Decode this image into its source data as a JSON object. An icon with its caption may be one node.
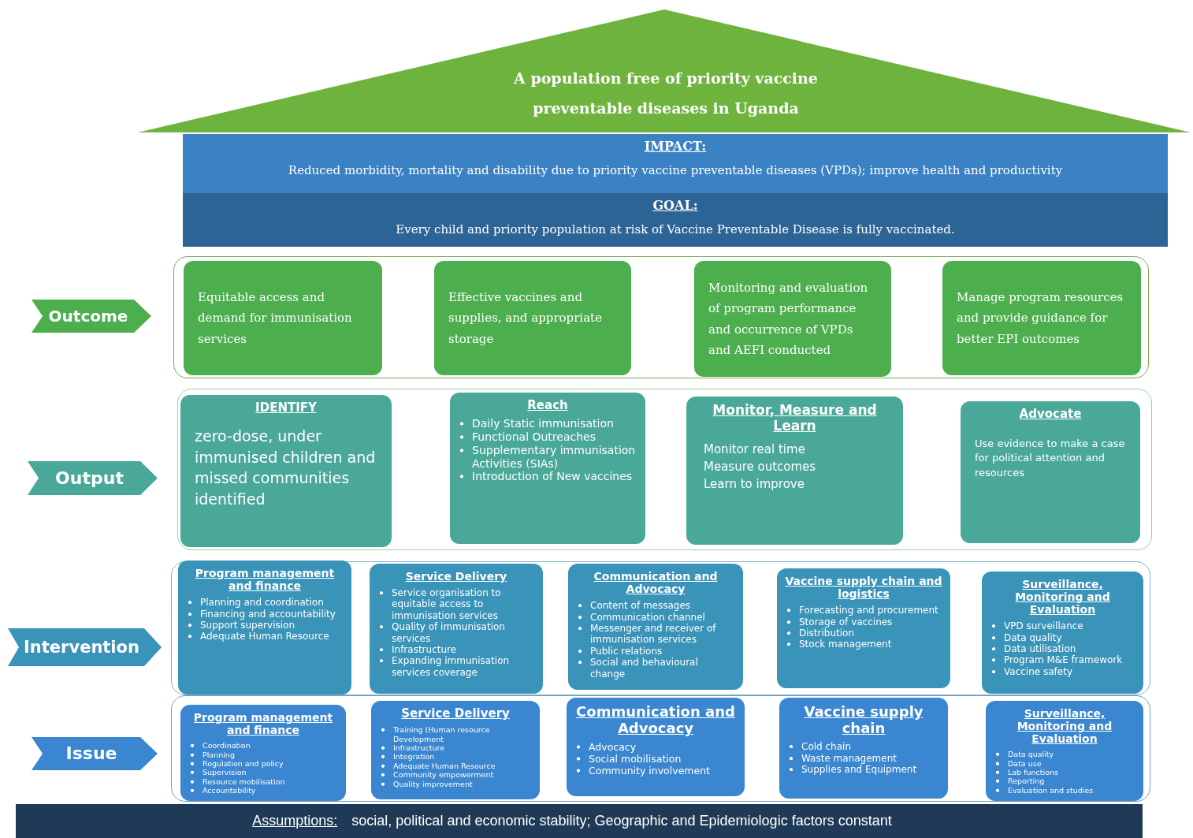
{
  "diagram": {
    "nodes": [
      {
        "text": [
          "A population free of priority vaccine preventable diseases in Uganda"
        ]
      },
      {
        "text": [
          "IMPACT:",
          "Reduced morbidity, mortality and disability due to priority vaccine preventable diseases (VPDs); improve health and productivity"
        ]
      },
      {
        "text": [
          "GOAL:",
          "Every child and priority population at risk of Vaccine Preventable Disease is fully vaccinated."
        ]
      },
      {
        "text": [
          "Outcome"
        ]
      },
      {
        "text": [],
        "shape": "box"
      },
      {
        "text": [
          "Equitable access and demand for immunisation services"
        ],
        "in": 4
      },
      {
        "text": [
          "Effective vaccines and supplies, and appropriate storage"
        ],
        "in": 4
      },
      {
        "text": [
          "Monitoring and evaluation of program performance and occurrence of VPDs and AEFI conducted"
        ],
        "in": 4
      },
      {
        "text": [
          "Manage program resources and provide guidance for better EPI outcomes"
        ],
        "in": 4
      },
      {
        "text": [
          "Output"
        ]
      },
      {
        "text": [],
        "shape": "box"
      },
      {
        "text": [
          "IDENTIFY",
          "zero-dose, under immunised children and missed communities identified"
        ],
        "in": 10
      },
      {
        "text": [
          "Reach",
          "Daily Static immunisation",
          "Functional Outreaches",
          "Supplementary immunisation Activities (SIAs)",
          "Introduction of New vaccines"
        ],
        "in": 10
      },
      {
        "text": [
          "Monitor, Measure and Learn",
          "Monitor real time",
          "Measure outcomes",
          "Learn to improve"
        ],
        "in": 10
      },
      {
        "text": [
          "Advocate",
          "Use evidence to make a case for political attention and resources"
        ],
        "in": 10
      },
      {
        "text": [
          "Intervention"
        ]
      },
      {
        "text": [],
        "shape": "box"
      },
      {
        "text": [
          "Program management and finance",
          "Planning and coordination",
          "Financing and accountability",
          "Support supervision",
          "Adequate Human Resource"
        ],
        "in": 16
      },
      {
        "text": [
          "Service Delivery",
          "Service organisation to equitable access to immunisation services",
          "Quality of immunisation services",
          "Infrastructure",
          "Expanding immunisation services coverage"
        ],
        "in": 16
      },
      {
        "text": [
          "Communication and Advocacy",
          "Content of messages",
          "Communication channel",
          "Messenger and receiver of immunisation services",
          "Public relations",
          "Social and behavioural change"
        ],
        "in": 16
      },
      {
        "text": [
          "Vaccine supply chain and logistics",
          "Forecasting and procurement",
          "Storage of vaccines",
          "Distribution",
          "Stock management"
        ],
        "in": 16
      },
      {
        "text": [
          "Surveillance, Monitoring and Evaluation",
          "VPD surveillance",
          "Data quality",
          "Data utilisation",
          "Program M&E framework",
          "Vaccine safety"
        ],
        "in": 16
      },
      {
        "text": [
          "Issue"
        ]
      },
      {
        "text": [],
        "shape": "box"
      },
      {
        "text": [
          "Program management and finance",
          "Coordination",
          "Planning",
          "Regulation and policy",
          "Supervision",
          "Resource mobilisation",
          "Accountability"
        ],
        "in": 23
      },
      {
        "text": [
          "Service Delivery",
          "Training (Human resource Development",
          "Infrastructure",
          "Integration",
          "Adequate Human Resource",
          "Community empowerment",
          "Quality improvement"
        ],
        "in": 23
      },
      {
        "text": [
          "Communication and Advocacy",
          "Advocacy",
          "Social mobilisation",
          "Community involvement"
        ],
        "in": 23
      },
      {
        "text": [
          "Vaccine supply chain",
          "Cold chain",
          "Waste management",
          "Supplies and Equipment"
        ],
        "in": 23
      },
      {
        "text": [
          "Surveillance, Monitoring and Evaluation",
          "Data quality",
          "Data use",
          "Lab functions",
          "Reporting",
          "Evaluation and studies"
        ],
        "in": 23
      },
      {
        "text": [
          "Assumptions:",
          "social, political and economic stability; Geographic and Epidemiologic factors constant"
        ]
      }
    ],
    "edges": []
  }
}
